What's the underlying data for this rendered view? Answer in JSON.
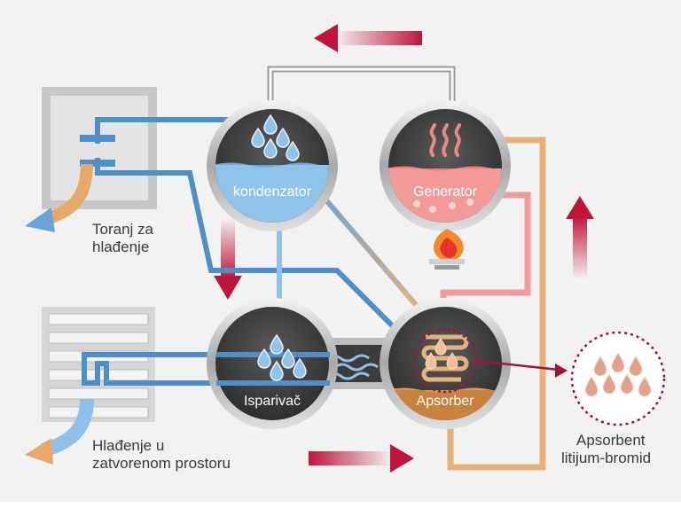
{
  "vessels": {
    "condenser": "kondenzator",
    "generator": "Generator",
    "evaporator": "Isparivač",
    "absorber": "Apsorber"
  },
  "labels": {
    "cooling_tower_line1": "Toranj za",
    "cooling_tower_line2": "hlađenje",
    "indoor_cooling_line1": "Hlađenje u",
    "indoor_cooling_line2": "zatvorenom prostoru",
    "absorbent_line1": "Apsorbent",
    "absorbent_line2": "litijum-bromid"
  },
  "colors": {
    "water_blue": "#4f8fc9",
    "light_blue": "#8fc0ea",
    "solution_orange": "#e6b27a",
    "hot_pink": "#f0787a",
    "arrow_red": "#c0143c",
    "vessel_dark": "#3c3c3c"
  },
  "icons": [
    "cooling-tower-icon",
    "indoor-unit-icon",
    "flame-icon",
    "water-drops-icon",
    "heat-waves-icon",
    "flow-arrow-icon"
  ]
}
